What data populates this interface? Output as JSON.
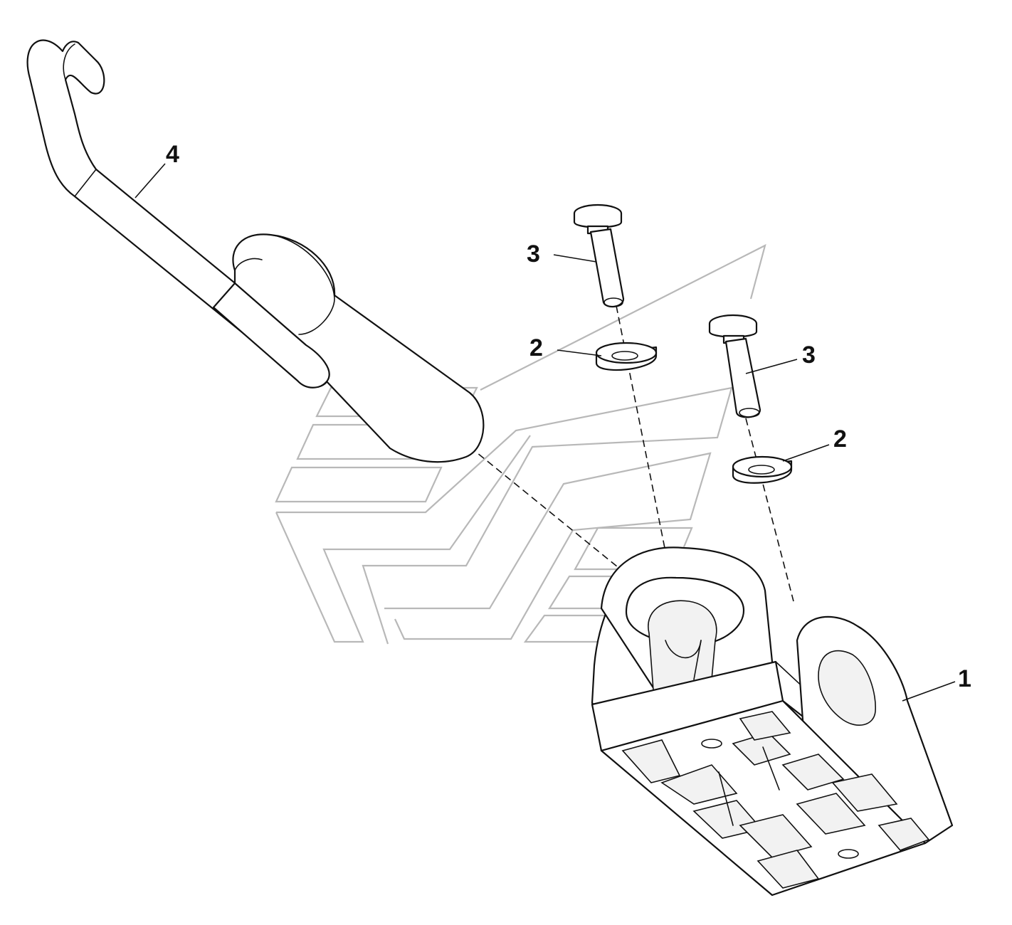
{
  "diagram": {
    "callouts": [
      {
        "id": "label-1",
        "text": "1"
      },
      {
        "id": "label-2a",
        "text": "2"
      },
      {
        "id": "label-2b",
        "text": "2"
      },
      {
        "id": "label-3a",
        "text": "3"
      },
      {
        "id": "label-3b",
        "text": "3"
      },
      {
        "id": "label-4",
        "text": "4"
      }
    ],
    "parts": {
      "1": "bracket",
      "2": "washer",
      "3": "screw",
      "4": "handle"
    }
  }
}
